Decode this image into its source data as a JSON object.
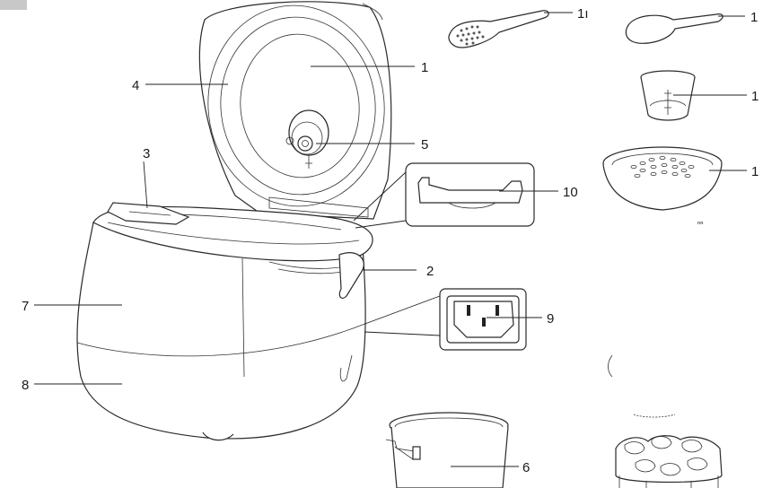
{
  "callouts": {
    "c1": "1",
    "c2": "2",
    "c3": "3",
    "c4": "4",
    "c5": "5",
    "c6": "6",
    "c7": "7",
    "c8": "8",
    "c9": "9",
    "c10": "10",
    "spatula": "1ı",
    "spoon": "1",
    "cup": "1",
    "basket": "1",
    "basket_small": "ⁿⁿ"
  }
}
